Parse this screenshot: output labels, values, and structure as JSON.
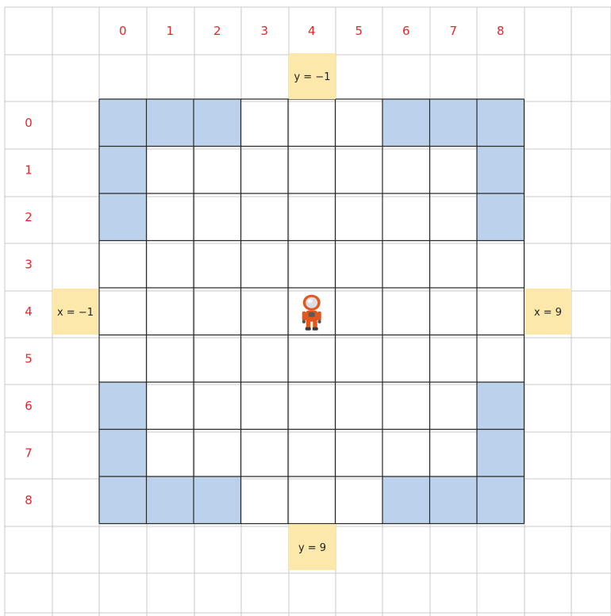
{
  "column_labels": [
    "0",
    "1",
    "2",
    "3",
    "4",
    "5",
    "6",
    "7",
    "8"
  ],
  "row_labels": [
    "0",
    "1",
    "2",
    "3",
    "4",
    "5",
    "6",
    "7",
    "8"
  ],
  "boundary_labels": {
    "top": "y = −1",
    "bottom": "y = 9",
    "left": "x = −1",
    "right": "x = 9"
  },
  "shaded_cells": [
    [
      0,
      0
    ],
    [
      1,
      0
    ],
    [
      2,
      0
    ],
    [
      6,
      0
    ],
    [
      7,
      0
    ],
    [
      8,
      0
    ],
    [
      0,
      1
    ],
    [
      8,
      1
    ],
    [
      0,
      2
    ],
    [
      8,
      2
    ],
    [
      0,
      6
    ],
    [
      8,
      6
    ],
    [
      0,
      7
    ],
    [
      8,
      7
    ],
    [
      0,
      8
    ],
    [
      1,
      8
    ],
    [
      2,
      8
    ],
    [
      6,
      8
    ],
    [
      7,
      8
    ],
    [
      8,
      8
    ]
  ],
  "astronaut": {
    "column": 4,
    "row": 4,
    "icon": "astronaut-icon"
  },
  "colors": {
    "label_red": "#e8242b",
    "shaded_blue": "#bcd2ec",
    "boundary_yellow": "#fbe8aa",
    "grid_light": "#c8c8c8",
    "grid_dark": "#2a2a2a",
    "suit_orange": "#e2571f"
  }
}
